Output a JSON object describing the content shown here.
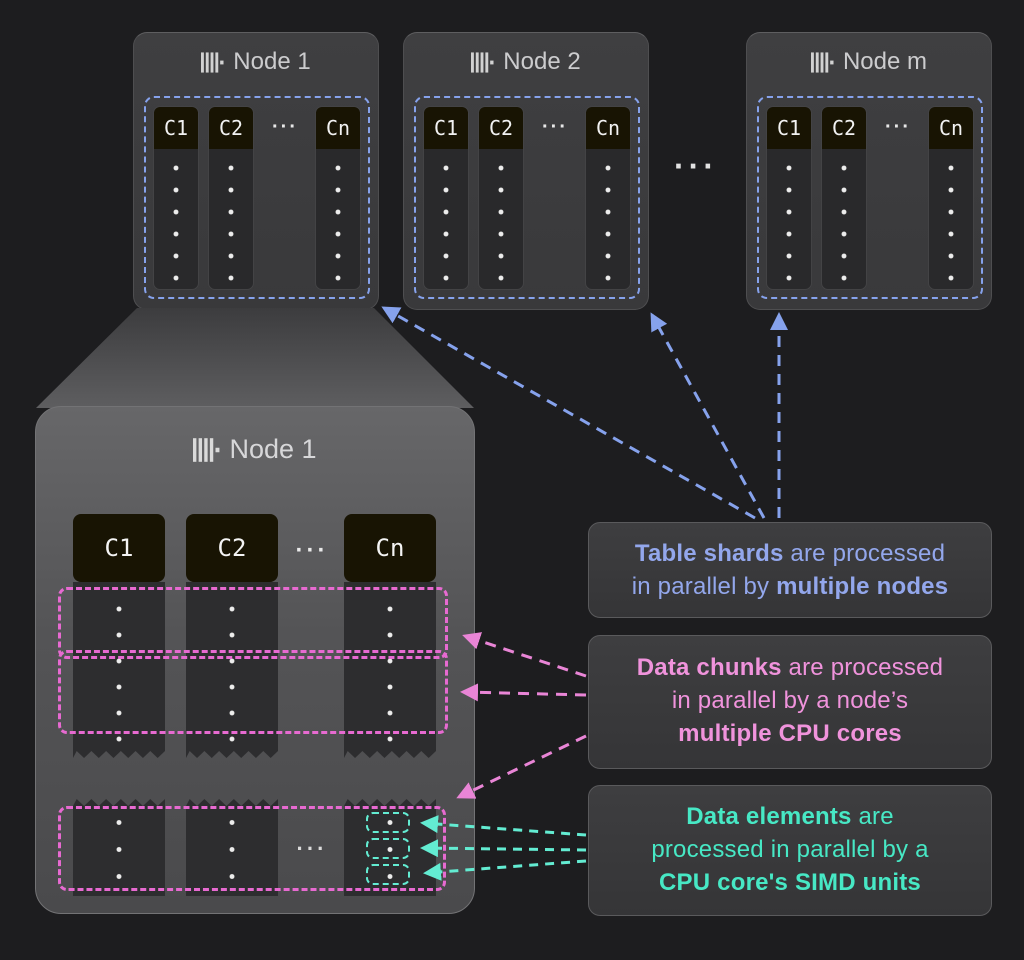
{
  "top_nodes": [
    {
      "title": "Node 1"
    },
    {
      "title": "Node 2"
    },
    {
      "title": "Node m"
    }
  ],
  "column_labels": [
    "C1",
    "C2",
    "Cn"
  ],
  "column_ellipsis": "···",
  "nodes_ellipsis": "···",
  "zoom_node": {
    "title": "Node 1"
  },
  "callouts": [
    {
      "id": "table-shards",
      "text_color": "#93a7ec",
      "lines": [
        [
          {
            "text": "Table shards",
            "bold": true
          },
          {
            "text": " are processed",
            "bold": false
          }
        ],
        [
          {
            "text": "in parallel by ",
            "bold": false
          },
          {
            "text": "multiple nodes",
            "bold": true
          }
        ]
      ]
    },
    {
      "id": "data-chunks",
      "text_color": "#f093dc",
      "lines": [
        [
          {
            "text": "Data chunks",
            "bold": true
          },
          {
            "text": " are processed",
            "bold": false
          }
        ],
        [
          {
            "text": "in parallel by a node’s",
            "bold": false
          }
        ],
        [
          {
            "text": "multiple CPU cores",
            "bold": true
          }
        ]
      ]
    },
    {
      "id": "data-elements",
      "text_color": "#47e8c5",
      "lines": [
        [
          {
            "text": "Data elements",
            "bold": true
          },
          {
            "text": " are",
            "bold": false
          }
        ],
        [
          {
            "text": "processed in parallel by a",
            "bold": false
          }
        ],
        [
          {
            "text": "CPU core's SIMD units",
            "bold": true
          }
        ]
      ]
    }
  ],
  "colors": {
    "background": "#1d1d1f",
    "shard_outline_blue": "#86a2ec",
    "chunk_outline_pink": "#e76ad1",
    "simd_outline_teal": "#63ecd2",
    "node_box": "#3a3a3c",
    "column_header": "#181403"
  }
}
